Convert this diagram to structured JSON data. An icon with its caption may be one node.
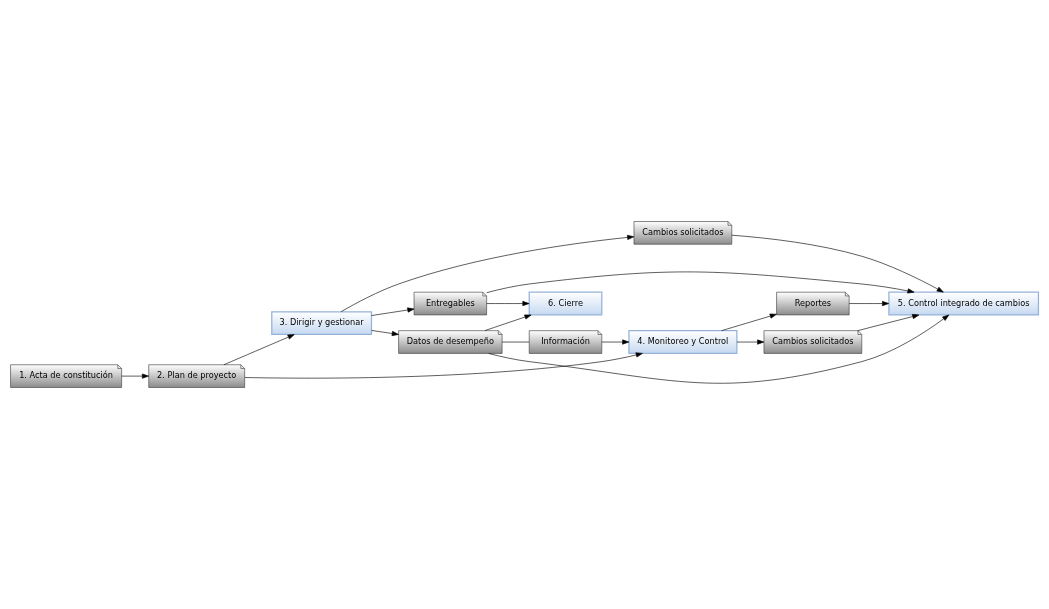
{
  "diagram": {
    "nodes": [
      {
        "text": [
          "1. Acta de constitución"
        ]
      },
      {
        "text": [
          "2. Plan de proyecto"
        ]
      },
      {
        "text": [
          "3. Dirigir y gestionar"
        ]
      },
      {
        "text": [
          "4. Monitoreo y Control"
        ]
      },
      {
        "text": [
          "Reportes"
        ]
      },
      {
        "text": [
          "Cambios solicitados"
        ]
      },
      {
        "text": [
          "Información"
        ]
      },
      {
        "text": [
          "Entregables"
        ]
      },
      {
        "text": [
          "Cambios solicitados"
        ]
      },
      {
        "text": [
          "Datos de desempeño"
        ]
      },
      {
        "text": [
          "5. Control integrado de cambios"
        ]
      },
      {
        "text": [
          "6. Cierre"
        ]
      }
    ],
    "edges": [
      {
        "from": 0,
        "to": 1,
        "arrow": "to"
      },
      {
        "from": 1,
        "to": 3,
        "arrow": "to"
      },
      {
        "from": 1,
        "to": 2,
        "arrow": "to"
      },
      {
        "from": 2,
        "to": 7,
        "arrow": "to"
      },
      {
        "from": 2,
        "to": 8,
        "arrow": "to"
      },
      {
        "from": 2,
        "to": 9,
        "arrow": "to"
      },
      {
        "from": 3,
        "to": 4,
        "arrow": "to"
      },
      {
        "from": 3,
        "to": 5,
        "arrow": "to"
      },
      {
        "from": 4,
        "to": 10,
        "arrow": "to"
      },
      {
        "from": 5,
        "to": 10,
        "arrow": "to"
      },
      {
        "from": 6,
        "to": 3,
        "arrow": "to"
      },
      {
        "from": 7,
        "to": 10,
        "arrow": "to"
      },
      {
        "from": 7,
        "to": 11,
        "arrow": "to"
      },
      {
        "from": 8,
        "to": 10,
        "arrow": "to"
      },
      {
        "from": 9,
        "to": 6,
        "arrow": "none"
      },
      {
        "from": 9,
        "to": 10,
        "arrow": "to"
      },
      {
        "from": 9,
        "to": 11,
        "arrow": "to"
      }
    ]
  }
}
